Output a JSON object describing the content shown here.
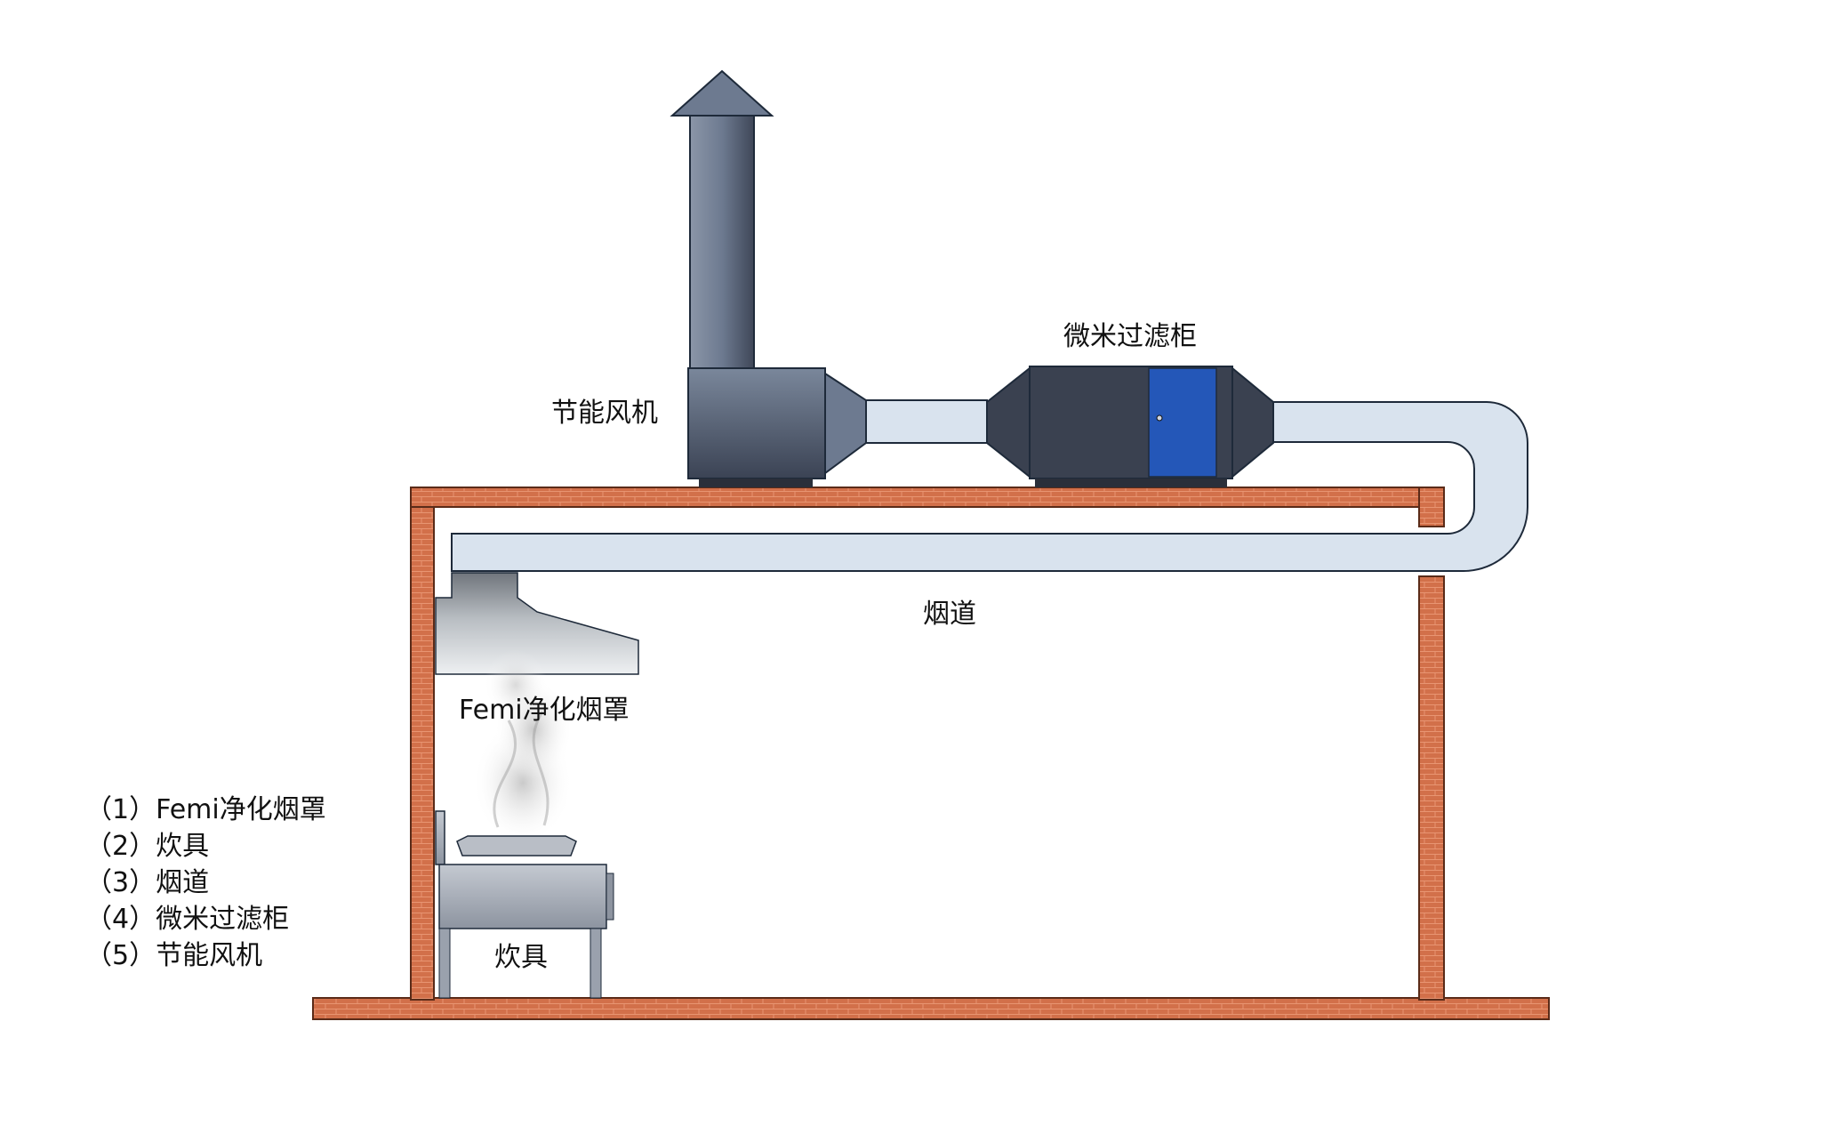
{
  "labels": {
    "fan": "节能风机",
    "filter": "微米过滤柜",
    "duct": "烟道",
    "hood": "Femi净化烟罩",
    "stove": "炊具"
  },
  "legend": [
    "（1）Femi净化烟罩",
    "（2）炊具",
    "（3）烟道",
    "（4）微米过滤柜",
    "（5）节能风机"
  ],
  "colors": {
    "brick": "#d2704a",
    "duct": "#d9e3ee",
    "fan": "#6d7a90",
    "filter_body": "#3a4150",
    "filter_door": "#2457b8",
    "hood": "#9aa0a6",
    "stove": "#a7adb7"
  }
}
